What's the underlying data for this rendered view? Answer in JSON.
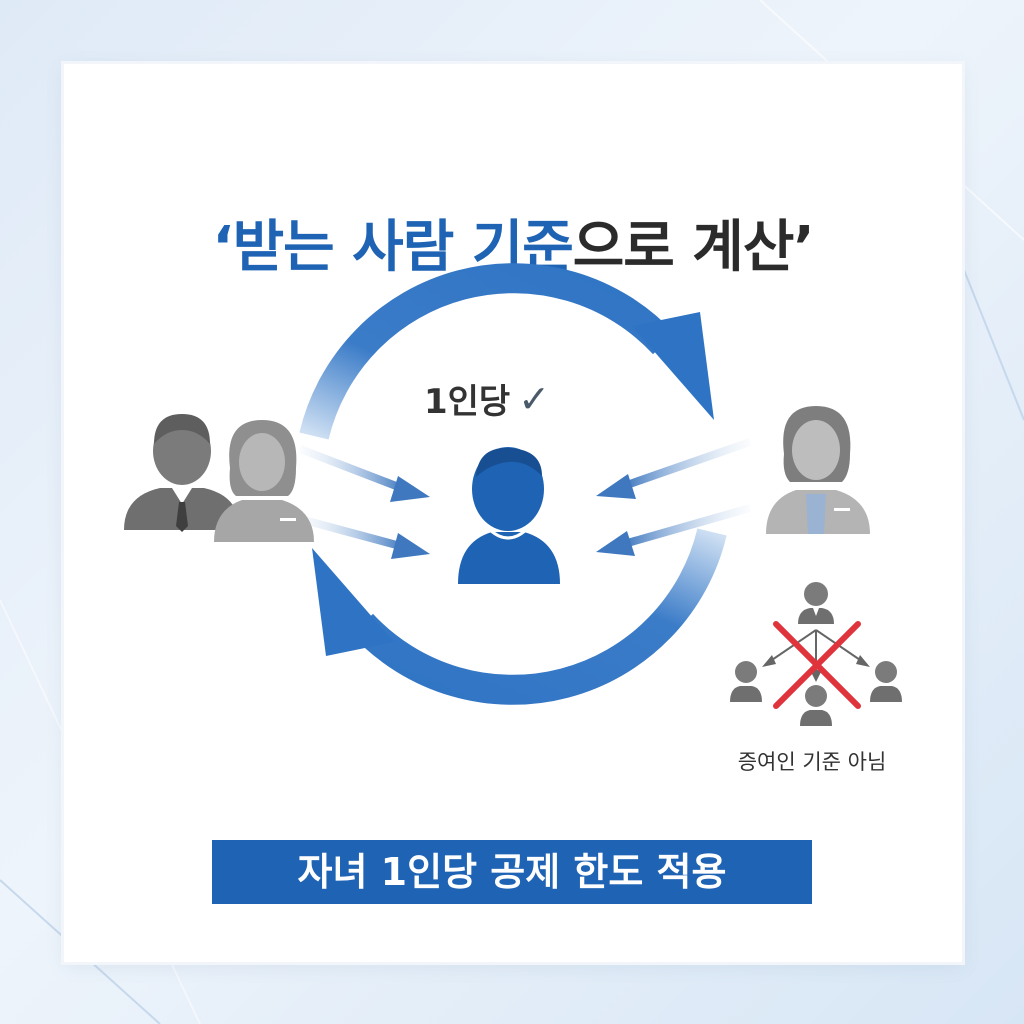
{
  "colors": {
    "accent": "#1e63b4",
    "arrow_blue": "#2f74c4",
    "person_gray": "#7b7b7b",
    "light_gray": "#a9a9a9",
    "cross_red": "#e0343c",
    "text_dark": "#2b2b2b"
  },
  "title": {
    "part_blue": "‘받는 사람 기준",
    "part_dark": "으로 계산’"
  },
  "per_person_label": "1인당",
  "per_person_icon": "check-icon",
  "not_donor_label": "증여인 기준 아님",
  "banner_label": "자녀 1인당 공제 한도 적용",
  "icons": {
    "givers_left": [
      "man-person-icon",
      "woman-person-icon"
    ],
    "giver_right": "woman-person-icon",
    "recipient": "child-person-icon",
    "cross": "red-x-icon"
  }
}
